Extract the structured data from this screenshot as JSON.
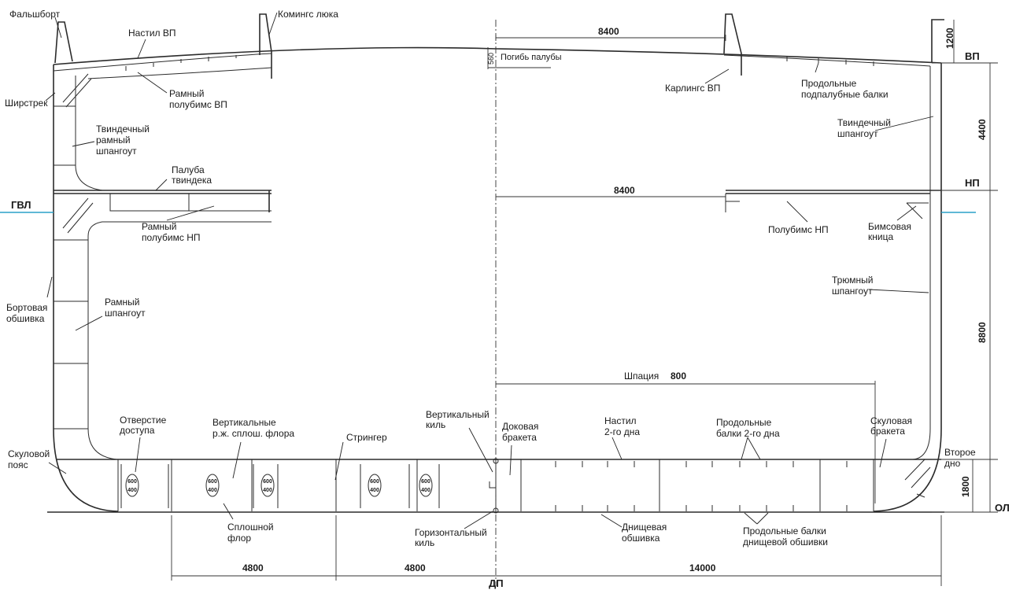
{
  "labels": {
    "falshbort": [
      "Фальшборт"
    ],
    "nastil_vp": [
      "Настил ВП"
    ],
    "komings": [
      "Комингс люка"
    ],
    "shirstrek": [
      "Ширстрек"
    ],
    "ramny_polubims_vp": [
      "Рамный",
      "полубимс ВП"
    ],
    "tvindech_ramny": [
      "Твиндечный",
      "рамный",
      "шпангоут"
    ],
    "paluba_tvindeka": [
      "Палуба",
      "твиндека"
    ],
    "ramny_polubims_np": [
      "Рамный",
      "полубимс НП"
    ],
    "bortovaya": [
      "Бортовая",
      "обшивка"
    ],
    "ramny_shpangout": [
      "Рамный",
      "шпангоут"
    ],
    "skulovoy_poyas": [
      "Скуловой",
      "пояс"
    ],
    "otverstie": [
      "Отверстие",
      "доступа"
    ],
    "vertikalnye": [
      "Вертикальные",
      "р.ж. сплош. флора"
    ],
    "stringer": [
      "Стрингер"
    ],
    "vert_kil": [
      "Вертикальный",
      "киль"
    ],
    "dokovaya": [
      "Доковая",
      "бракета"
    ],
    "nastil_2dna": [
      "Настил",
      "2-го дна"
    ],
    "prodol_2dna": [
      "Продольные",
      "балки 2-го дна"
    ],
    "skulovaya_braketa": [
      "Скуловая",
      "бракета"
    ],
    "vtoroe_dno": [
      "Второе",
      "дно"
    ],
    "sploshnoy": [
      "Сплошной",
      "флор"
    ],
    "gor_kil": [
      "Горизонтальный",
      "киль"
    ],
    "dnishevaya": [
      "Днищевая",
      "обшивка"
    ],
    "prodol_dnish": [
      "Продольные балки",
      "днищевой обшивки"
    ],
    "karlings": [
      "Карлингс ВП"
    ],
    "prodol_podpal": [
      "Продольные",
      "подпалубные балки"
    ],
    "tvindech_shp": [
      "Твиндечный",
      "шпангоут"
    ],
    "polubims_np": [
      "Полубимс НП"
    ],
    "bimsovaya": [
      "Бимсовая",
      "кница"
    ],
    "trumny": [
      "Трюмный",
      "шпангоут"
    ],
    "pogib": [
      "Погибь палубы"
    ],
    "pogib_val": "560",
    "gvl": "ГВЛ",
    "vp": "ВП",
    "np": "НП",
    "ol": "ОЛ",
    "dp": "ДП",
    "oval_top": "600",
    "oval_bot": "400",
    "shpaciya": "Шпация",
    "shpaciya_val": "800"
  },
  "dimensions": {
    "top_8400": "8400",
    "mid_8400": "8400",
    "bottom_4800_a": "4800",
    "bottom_4800_b": "4800",
    "bottom_14000": "14000",
    "v_1200": "1200",
    "v_4400": "4400",
    "v_8800": "8800",
    "v_1800": "1800"
  },
  "colors": {
    "waterline": "#2aa0c8",
    "line": "#2b2b2b"
  }
}
